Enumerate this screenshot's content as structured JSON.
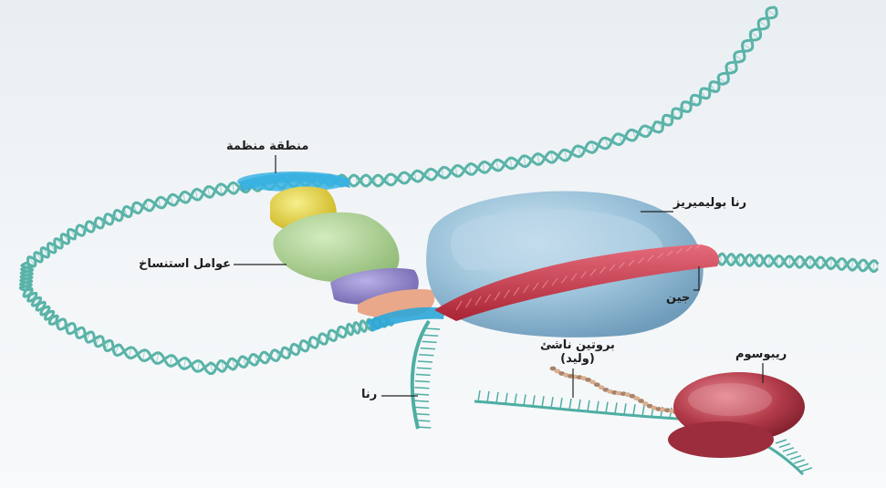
{
  "labels": {
    "regulatory_region": "منطقة منظمة",
    "rna_polymerase": "رنا بوليميريز",
    "transcription_factors": "عوامل استنساخ",
    "gene": "جين",
    "nascent_protein": "بروتين ناشئ",
    "nascent_protein_alt": "(وليد)",
    "rna": "رنا",
    "ribosome": "ريبوسوم"
  },
  "colors": {
    "dna": "#5ab3a8",
    "dna_light": "#9fd6cf",
    "regulatory_region": "#2ea6d8",
    "polymerase": "#8fb6cf",
    "gene": "#c93548",
    "factor_yellow": "#e8d63a",
    "factor_green": "#a9cf8e",
    "factor_purple": "#8c7fc4",
    "factor_peach": "#e9a88a",
    "ribosome": "#b23a48",
    "nascent_protein": "#d2a68a",
    "rna_strand": "#4eaea3"
  }
}
